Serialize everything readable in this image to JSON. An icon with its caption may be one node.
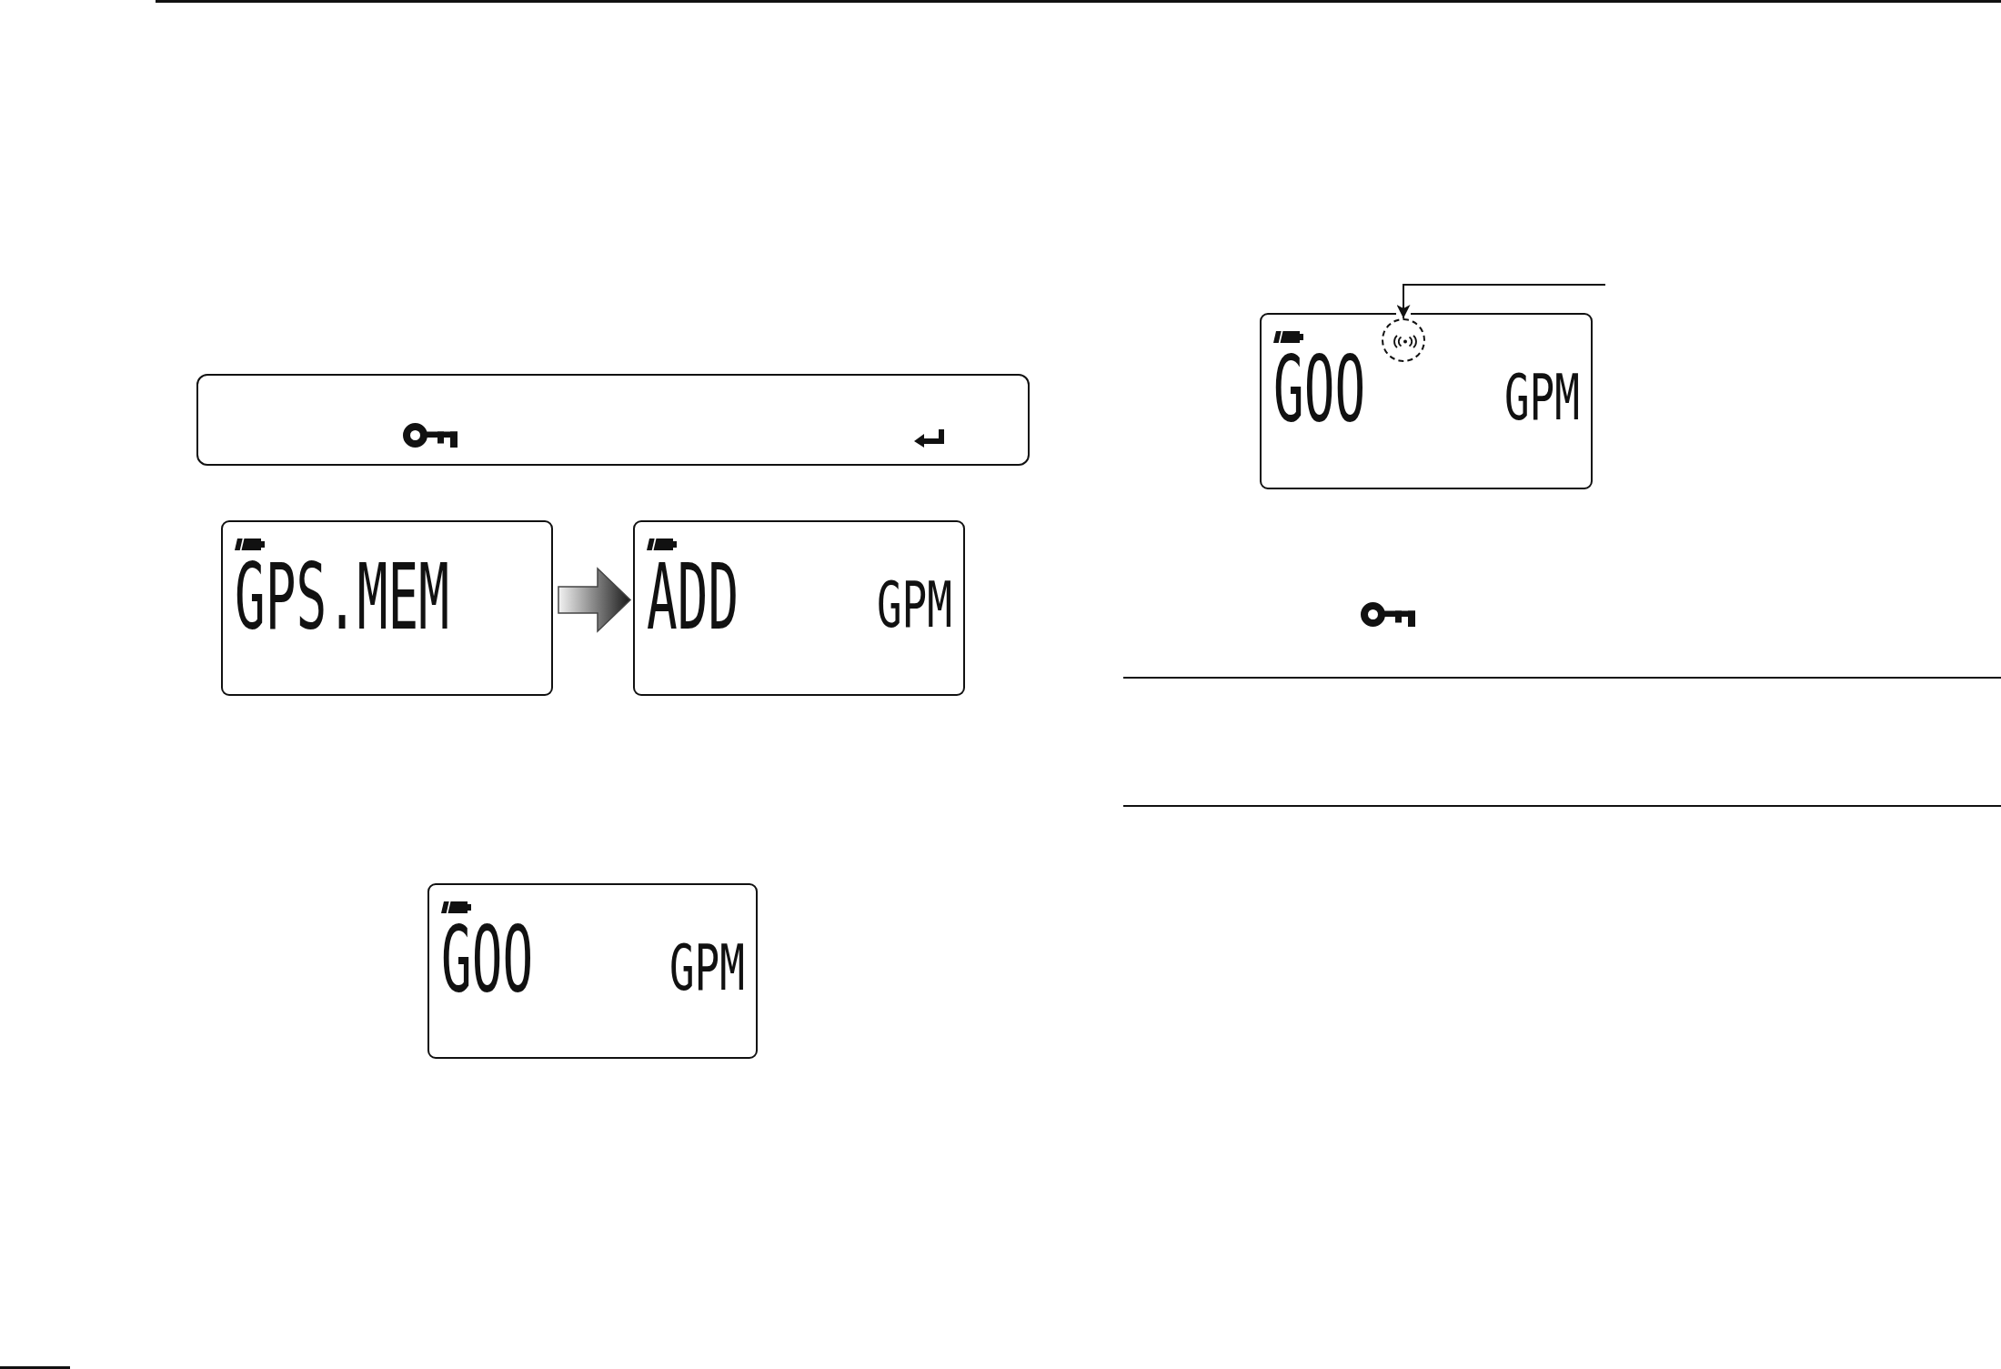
{
  "diagram": {
    "nodes": [
      {
        "text": [],
        "shape": "box"
      },
      {
        "text": [
          "GPS.MEM"
        ]
      },
      {
        "text": [
          "ADD",
          "GPM"
        ]
      },
      {
        "text": [
          "GOO",
          "GPM"
        ]
      },
      {
        "text": [
          "GOO",
          "GPM"
        ]
      },
      {
        "text": [],
        "shape": "circle",
        "in": 4
      }
    ],
    "edges": [
      {
        "from": 1,
        "to": 2,
        "arrow": "to",
        "style": "thick"
      },
      {
        "from": null,
        "to": 5,
        "arrow": "to"
      }
    ]
  }
}
